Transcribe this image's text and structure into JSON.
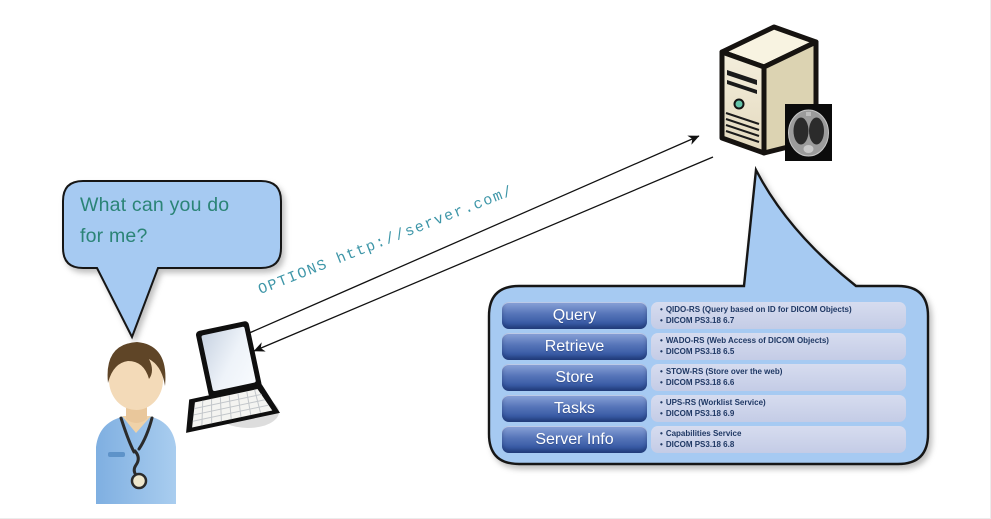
{
  "client": {
    "question_bubble": "What can you do for me?"
  },
  "request": {
    "label": "OPTIONS http://server.com/"
  },
  "response": {
    "services": [
      {
        "label": "Query",
        "bullets": [
          "QIDO-RS (Query based on ID for DICOM Objects)",
          "DICOM PS3.18 6.7"
        ]
      },
      {
        "label": "Retrieve",
        "bullets": [
          "WADO-RS (Web Access of DICOM Objects)",
          "DICOM PS3.18 6.5"
        ]
      },
      {
        "label": "Store",
        "bullets": [
          "STOW-RS (Store over the web)",
          "DICOM PS3.18 6.6"
        ]
      },
      {
        "label": "Tasks",
        "bullets": [
          "UPS-RS (Worklist Service)",
          "DICOM PS3.18 6.9"
        ]
      },
      {
        "label": "Server Info",
        "bullets": [
          "Capabilities Service",
          "DICOM PS3.18 6.8"
        ]
      }
    ]
  },
  "icons": {
    "clinician": "doctor-with-stethoscope",
    "laptop": "laptop",
    "server": "server-tower",
    "ct_thumbnail": "chest-ct-image"
  },
  "colors": {
    "bubble_fill": "#A6CAF2",
    "bubble_border": "#161616",
    "button_top": "#8BA3D8",
    "button_bottom": "#2E4E95",
    "panel_fill": "#CBD3EA",
    "panel_text": "#1F3864",
    "question_text": "#2B8476",
    "request_text": "#3E96A8",
    "arrow": "#111111"
  }
}
